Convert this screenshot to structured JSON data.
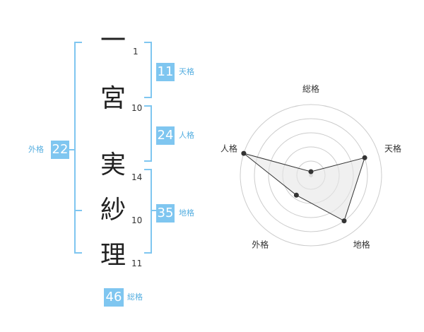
{
  "name": {
    "chars": [
      {
        "char": "一",
        "strokes": "1"
      },
      {
        "char": "宮",
        "strokes": "10"
      },
      {
        "char": "実",
        "strokes": "14"
      },
      {
        "char": "紗",
        "strokes": "10"
      },
      {
        "char": "理",
        "strokes": "11"
      }
    ]
  },
  "fortunes": {
    "tenkaku": {
      "value": "11",
      "label": "天格"
    },
    "jinkaku": {
      "value": "24",
      "label": "人格"
    },
    "chikaku": {
      "value": "35",
      "label": "地格"
    },
    "gaikaku": {
      "value": "22",
      "label": "外格"
    },
    "soukaku": {
      "value": "46",
      "label": "総格"
    }
  },
  "colors": {
    "accent": "#7fc6f0",
    "accent_text": "#55aee0",
    "bracket": "#7fc6f0",
    "radar_ring": "#cccccc",
    "radar_fill": "#e6e6e6",
    "radar_line": "#333333"
  },
  "chart_data": {
    "type": "radar",
    "axes": [
      "総格",
      "天格",
      "地格",
      "外格",
      "人格"
    ],
    "values": [
      0.05,
      0.8,
      0.8,
      0.35,
      1.0
    ],
    "rings": 5
  }
}
